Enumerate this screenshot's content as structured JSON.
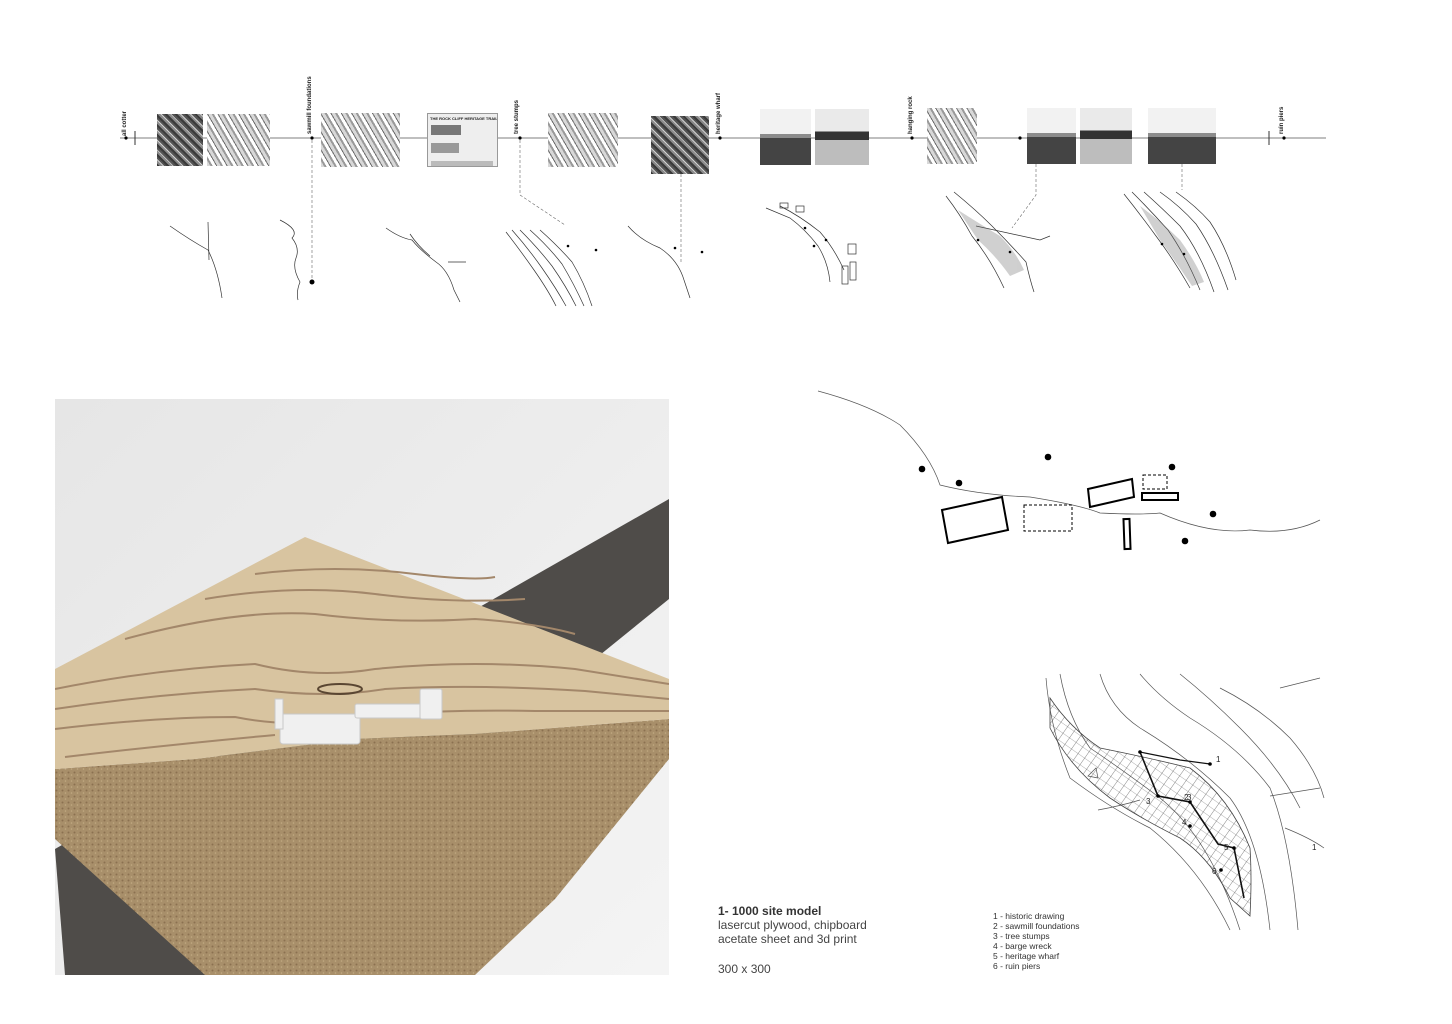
{
  "timeline": {
    "labels": [
      "all cotter",
      "sawmill foundations",
      "tree stumps",
      "heritage wharf",
      "hanging rock",
      "ruin piers"
    ]
  },
  "signboard": {
    "title": "THE ROCK CLIFF HERITAGE TRAIL"
  },
  "model": {
    "title": "1- 1000 site model",
    "line1": "lasercut plywood, chipboard",
    "line2": "acetate sheet and 3d print",
    "size": "300 x 300"
  },
  "legend": {
    "items": [
      "1 - historic drawing",
      "2 - sawmill foundations",
      "3 - tree stumps",
      "4 - barge wreck",
      "5 - heritage wharf",
      "6 - ruin piers"
    ]
  },
  "plan_numbers": [
    "1",
    "2",
    "3",
    "3",
    "4",
    "5",
    "6",
    "1"
  ]
}
